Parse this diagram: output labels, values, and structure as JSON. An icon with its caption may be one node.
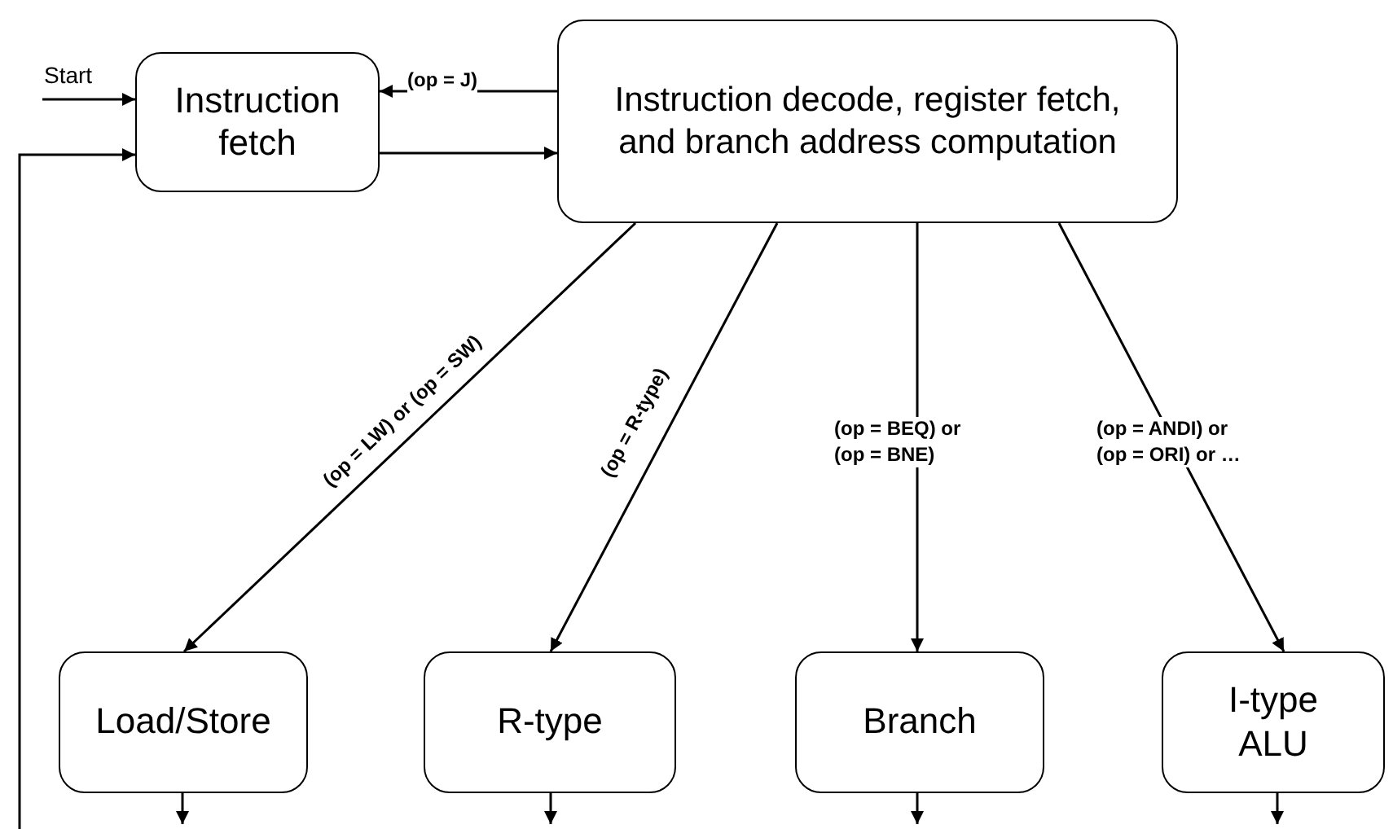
{
  "diagram": {
    "nodes": [
      {
        "text": [
          "Instruction fetch"
        ]
      },
      {
        "text": [
          "Instruction decode, register fetch, and branch address computation"
        ]
      },
      {
        "text": [
          "Load/Store"
        ]
      },
      {
        "text": [
          "R-type"
        ]
      },
      {
        "text": [
          "Branch"
        ]
      },
      {
        "text": [
          "I-type ALU"
        ]
      }
    ],
    "edges": [
      {
        "from": null,
        "to": 0,
        "arrow": "to",
        "label": "Start"
      },
      {
        "from": null,
        "to": 0,
        "arrow": "to"
      },
      {
        "from": 1,
        "to": 0,
        "arrow": "to",
        "label": "(op = J)"
      },
      {
        "from": 0,
        "to": 1,
        "arrow": "to"
      },
      {
        "from": 1,
        "to": 2,
        "arrow": "to",
        "label": "(op = LW) or (op = SW)"
      },
      {
        "from": 1,
        "to": 3,
        "arrow": "to",
        "label": "(op = R-type)"
      },
      {
        "from": 1,
        "to": 4,
        "arrow": "to",
        "label": "(op = BEQ) or (op = BNE)"
      },
      {
        "from": 1,
        "to": 5,
        "arrow": "to",
        "label": "(op = ANDI) or (op = ORI) or …"
      },
      {
        "from": 2,
        "to": null,
        "arrow": "to"
      },
      {
        "from": 3,
        "to": null,
        "arrow": "to"
      },
      {
        "from": 4,
        "to": null,
        "arrow": "to"
      },
      {
        "from": 5,
        "to": null,
        "arrow": "to"
      }
    ]
  }
}
